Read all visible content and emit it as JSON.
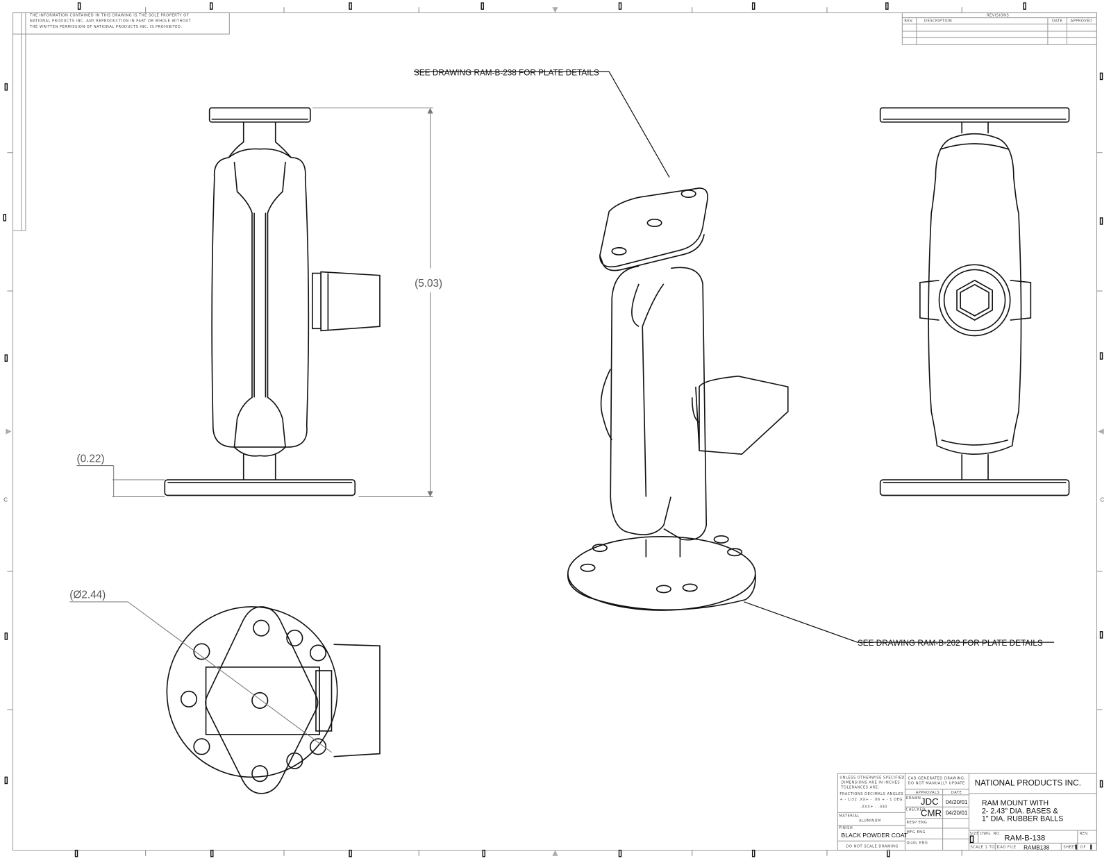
{
  "notice": [
    "THE INFORMATION CONTAINED IN THIS DRAWING IS THE SOLE PROPERTY OF",
    "NATIONAL PRODUCTS INC. ANY REPRODUCTION IN PART OR WHOLE WITHOUT",
    "THE WRITTEN PERMISSION OF NATIONAL PRODUCTS INC. IS PROHIBITED."
  ],
  "revisions": {
    "title": "REVISIONS",
    "rev": "REV.",
    "description": "DESCRIPTION",
    "date": "DATE",
    "approved": "APPROVED"
  },
  "zone_letter": "C",
  "notes": {
    "top_plate": "SEE DRAWING RAM-B-238 FOR PLATE DETAILS",
    "bottom_plate": "SEE DRAWING RAM-B-202 FOR PLATE DETAILS"
  },
  "dimensions": {
    "height": "5.03",
    "plate_thickness": "0.22",
    "diameter": "Ø2.44"
  },
  "title_block": {
    "tolerance_lines": [
      "UNLESS OTHERWISE SPECIFIED",
      "DIMENSIONS ARE IN INCHES",
      "TOLERANCES ARE:",
      "FRACTIONS   DECIMALS   ANGLES",
      "+ - 1/32    .XX+ - .06    + - 1 DEG.",
      ".XXX+ - .030"
    ],
    "material_label": "MATERIAL",
    "material": "ALUMINUM",
    "finish_label": "FINISH",
    "finish": "BLACK POWDER COAT",
    "do_not_scale": "DO NOT SCALE DRAWING",
    "cad_note": [
      "CAD GENERATED DRAWING,",
      "DO NOT MANUALLY UPDATE"
    ],
    "approvals": "APPROVALS",
    "date": "DATE",
    "drawn_label": "DRAWN",
    "drawn_by": "JDC",
    "drawn_date": "04/20/01",
    "checked_label": "CHECKED",
    "checked_by": "CMR",
    "checked_date": "04/20/01",
    "resp_eng": "RESP ENG",
    "mfg_eng": "MFG ENG",
    "qual_eng": "QUAL ENG",
    "company": "NATIONAL PRODUCTS INC.",
    "title_lines": [
      "RAM MOUNT WITH",
      "2- 2.43\" DIA. BASES &",
      "1\" DIA. RUBBER BALLS"
    ],
    "size_label": "SIZE",
    "dwg_no_label": "DWG. NO.",
    "dwg_no": "RAM-B-138",
    "rev_label": "REV.",
    "scale_label": "SCALE",
    "scale": "1 TO 1",
    "cad_file_label": "CAD FILE",
    "cad_file": "RAMB138",
    "sheet_label": "SHEET",
    "of_label": "OF"
  }
}
